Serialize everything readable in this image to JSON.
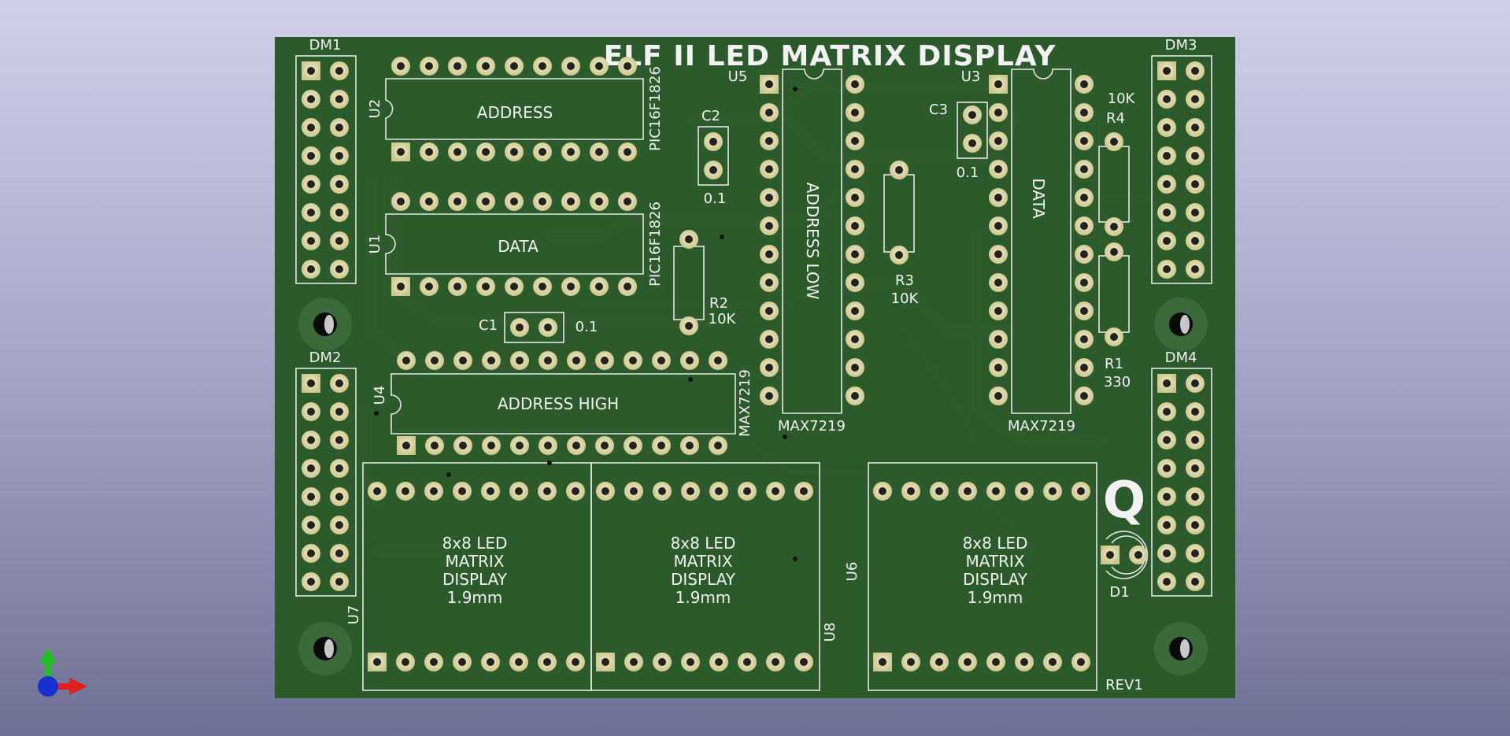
{
  "board": {
    "title": "ELF II LED MATRIX DISPLAY",
    "revision": "REV1",
    "q_marking": "Q",
    "colors": {
      "background_top": "#cfd0e8",
      "background_bottom": "#6f7095",
      "pcb": "#2b5a2b",
      "pad": "#d8d4a0",
      "silkscreen": "#f2f2f2"
    }
  },
  "connectors": {
    "dm1": "DM1",
    "dm2": "DM2",
    "dm3": "DM3",
    "dm4": "DM4"
  },
  "chips": {
    "u1": {
      "ref": "U1",
      "label": "DATA",
      "part": "PIC16F1826"
    },
    "u2": {
      "ref": "U2",
      "label": "ADDRESS",
      "part": "PIC16F1826"
    },
    "u3": {
      "ref": "U3",
      "label": "DATA",
      "part": "MAX7219"
    },
    "u4": {
      "ref": "U4",
      "label": "ADDRESS HIGH",
      "part": "MAX7219"
    },
    "u5": {
      "ref": "U5",
      "label": "ADDRESS LOW",
      "part": "MAX7219"
    }
  },
  "capacitors": {
    "c1": {
      "ref": "C1",
      "value": "0.1"
    },
    "c2": {
      "ref": "C2",
      "value": "0.1"
    },
    "c3": {
      "ref": "C3",
      "value": "0.1"
    }
  },
  "resistors": {
    "r1": {
      "ref": "R1",
      "value": "330"
    },
    "r2": {
      "ref": "R2",
      "value": "10K"
    },
    "r3": {
      "ref": "R3",
      "value": "10K"
    },
    "r4": {
      "ref": "R4",
      "value": "10K"
    }
  },
  "led": {
    "ref": "D1"
  },
  "matrices": {
    "u6": {
      "ref": "U6",
      "line1": "8x8 LED",
      "line2": "MATRIX",
      "line3": "DISPLAY",
      "line4": "1.9mm"
    },
    "u7": {
      "ref": "U7",
      "line1": "8x8 LED",
      "line2": "MATRIX",
      "line3": "DISPLAY",
      "line4": "1.9mm"
    },
    "u8": {
      "ref": "U8",
      "line1": "8x8 LED",
      "line2": "MATRIX",
      "line3": "DISPLAY",
      "line4": "1.9mm"
    }
  },
  "axis_gizmo": {
    "x_color": "#e02020",
    "y_color": "#20c020",
    "z_color": "#1a2fd0"
  }
}
